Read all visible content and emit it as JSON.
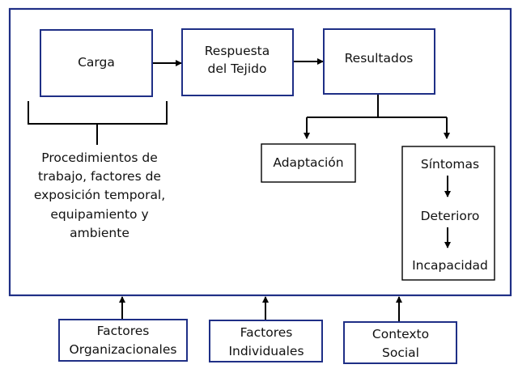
{
  "nodes": {
    "carga": "Carga",
    "respuesta_line1": "Respuesta",
    "respuesta_line2": "del Tejido",
    "resultados": "Resultados",
    "adaptacion": "Adaptación",
    "sintomas": "Síntomas",
    "deterioro": "Deterioro",
    "incapacidad": "Incapacidad"
  },
  "procedimientos": {
    "line1": "Procedimientos de",
    "line2": "trabajo, factores de",
    "line3": "exposición temporal,",
    "line4": "equipamiento y",
    "line5": "ambiente"
  },
  "factors": {
    "organizacionales_line1": "Factores",
    "organizacionales_line2": "Organizacionales",
    "individuales_line1": "Factores",
    "individuales_line2": "Individuales",
    "contexto_line1": "Contexto",
    "contexto_line2": "Social"
  },
  "colors": {
    "frame": "#1f2f86",
    "node_border": "#1f2f86",
    "outcome_border": "#000000",
    "text": "#111111"
  }
}
